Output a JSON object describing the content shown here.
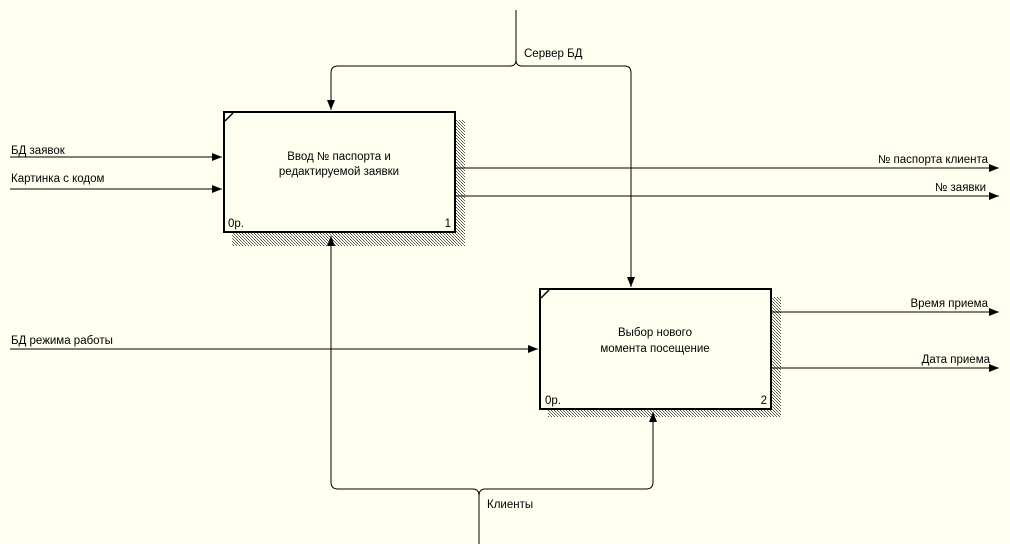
{
  "colors": {
    "background": "#fffff0",
    "box_fill": "#fffff0",
    "line": "#000000"
  },
  "boxes": [
    {
      "line1": "Ввод № паспорта и",
      "line2": "редактируемой заявки",
      "cost": "0р.",
      "number": "1"
    },
    {
      "line1": "Выбор нового",
      "line2": "момента посещение",
      "cost": "0р.",
      "number": "2"
    }
  ],
  "arrows": {
    "control_top": "Сервер БД",
    "mechanism_bottom": "Клиенты",
    "input_bd_zayavok": "БД заявок",
    "input_kartinka": "Картинка с кодом",
    "input_bd_rezhima": "БД режима работы",
    "output_passport": "№ паспорта клиента",
    "output_zayavka": "№ заявки",
    "output_vremya": "Время приема",
    "output_data": "Дата приема"
  }
}
